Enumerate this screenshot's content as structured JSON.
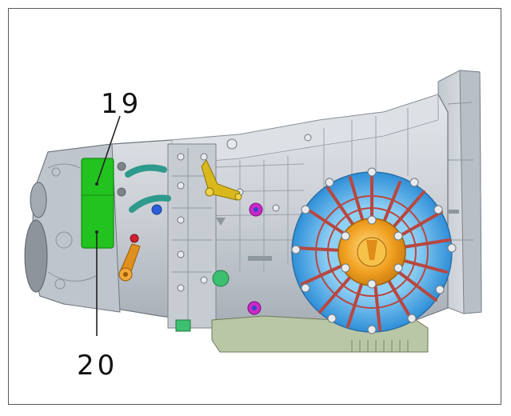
{
  "callouts": [
    {
      "id": "19",
      "label": "19"
    },
    {
      "id": "20",
      "label": "20"
    }
  ],
  "colors": {
    "housing": "#cfd4da",
    "housing_dark": "#8e969e",
    "housing_shadow": "#a9b0b7",
    "highlight_green": "#22c21f",
    "blue_ring": "#3f9fe0",
    "orange_hub": "#f0a020",
    "red_spokes": "#b8473f",
    "pan_green": "#b9c7a6",
    "teal_pipe": "#2e9a8c",
    "magenta": "#cc28c8",
    "yellow_bracket": "#d8b81c"
  }
}
